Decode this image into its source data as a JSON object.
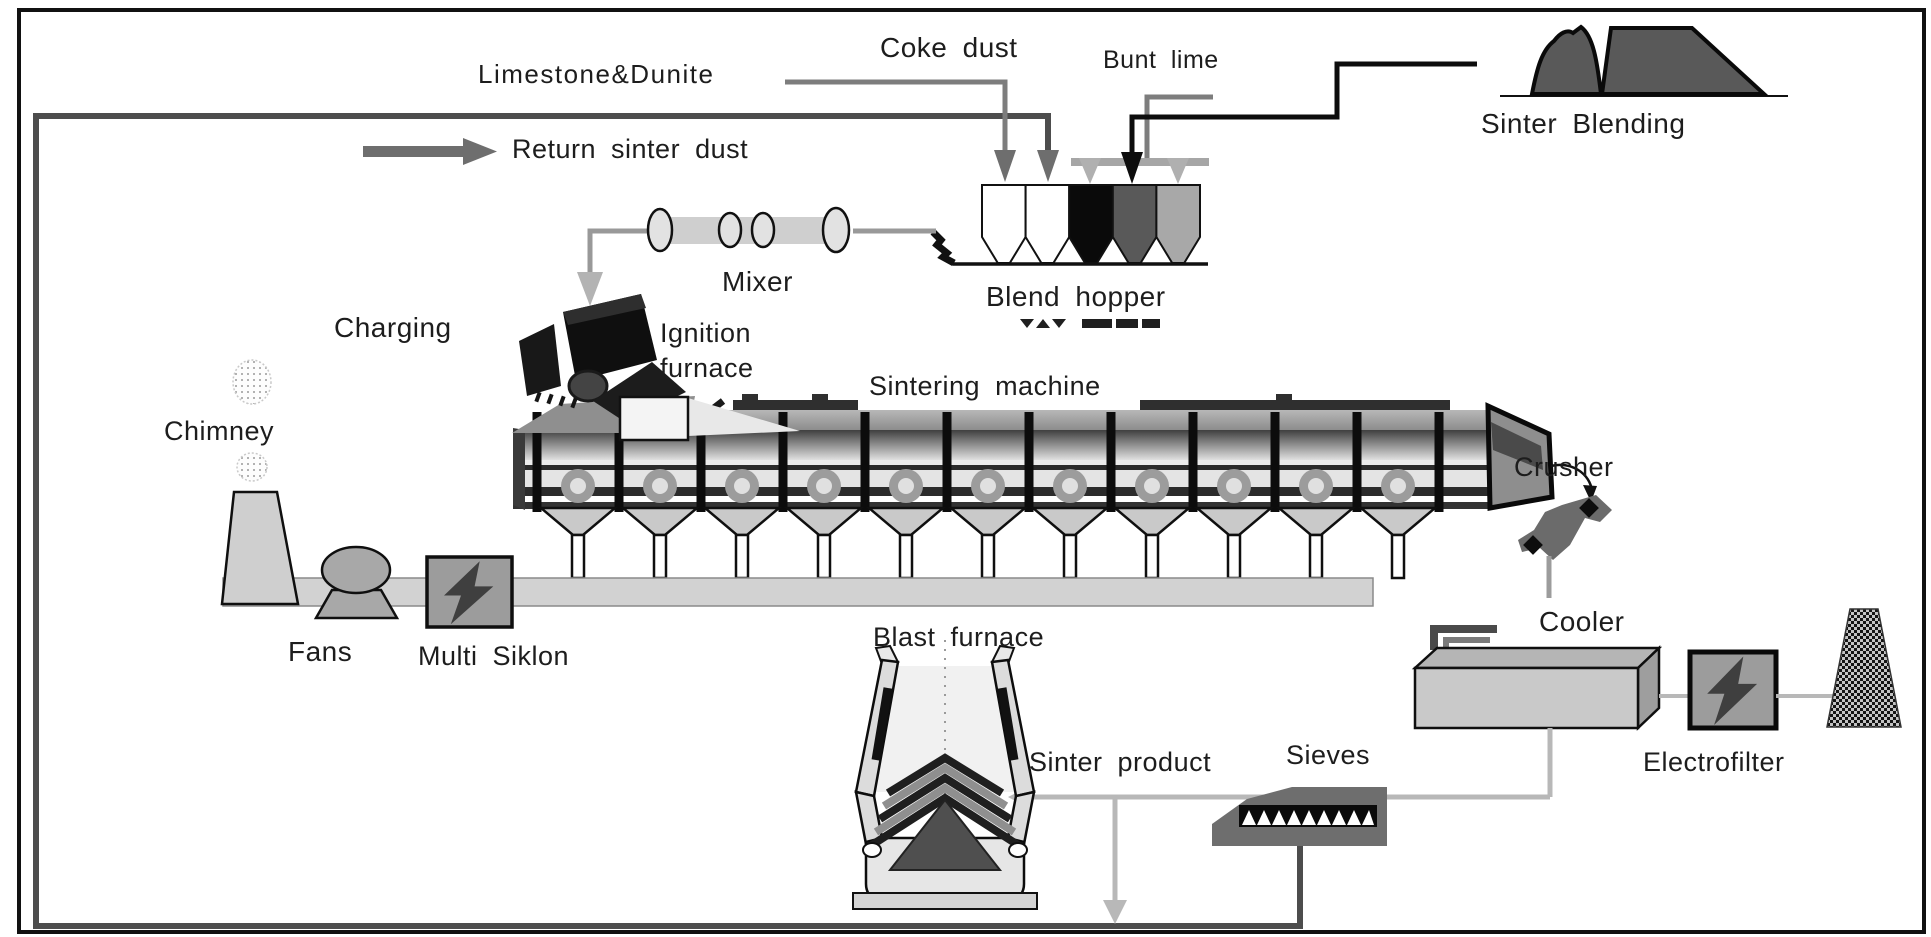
{
  "labels": {
    "limestone_dunite": "Limestone&Dunite",
    "coke_dust": "Coke dust",
    "bunt_lime": "Bunt lime",
    "sinter_blending": "Sinter Blending",
    "return_sinter_dust": "Return sinter dust",
    "mixer": "Mixer",
    "blend_hopper": "Blend hopper",
    "charging": "Charging",
    "ignition_furnace": "Ignition\nfurnace",
    "sintering_machine": "Sintering machine",
    "chimney": "Chimney",
    "crusher": "Crusher",
    "fans": "Fans",
    "multi_siklon": "Multi Siklon",
    "cooler": "Cooler",
    "blast_furnace": "Blast furnace",
    "electrofilter": "Electrofilter",
    "sinter_product": "Sinter product",
    "sieves": "Sieves"
  },
  "colors": {
    "line_gray": "#7d7d7d",
    "line_dark": "#4d4d4d",
    "line_black": "#0d0d0d",
    "line_light": "#b8b8b8",
    "fill_dark": "#595959",
    "fill_mid": "#9c9c9c",
    "fill_light": "#d2d2d2"
  }
}
